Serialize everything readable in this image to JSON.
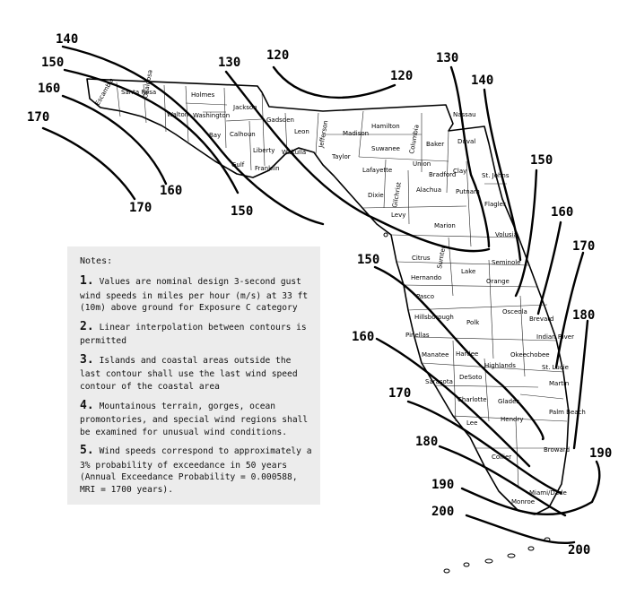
{
  "notes": {
    "title": "Notes:",
    "items": [
      {
        "num": "1.",
        "text": "Values are nominal design 3-second gust wind speeds in miles per hour (m/s) at 33 ft (10m) above ground for Exposure C category"
      },
      {
        "num": "2.",
        "text": "Linear interpolation between contours is permitted"
      },
      {
        "num": "3.",
        "text": "Islands and coastal areas outside the last contour shall use the last wind speed contour of the coastal area"
      },
      {
        "num": "4.",
        "text": "Mountainous terrain, gorges, ocean promontories, and special wind regions shall be examined for unusual wind conditions."
      },
      {
        "num": "5.",
        "text": "Wind speeds correspond to approximately a 3% probability of exceedance in 50 years (Annual Exceedance Probability = 0.000588, MRI = 1700 years)."
      }
    ]
  },
  "contour_labels": [
    "140",
    "150",
    "160",
    "170",
    "160",
    "170",
    "150",
    "130",
    "120",
    "120",
    "130",
    "140",
    "150",
    "160",
    "170",
    "180",
    "150",
    "160",
    "170",
    "180",
    "190",
    "190",
    "200",
    "200"
  ],
  "counties": [
    "Santa Rosa",
    "Okaloosa",
    "Escambia",
    "Holmes",
    "Jackson",
    "Walton",
    "Washington",
    "Bay",
    "Calhoun",
    "Gadsden",
    "Leon",
    "Liberty",
    "Gulf",
    "Franklin",
    "Wakulla",
    "Jefferson",
    "Madison",
    "Hamilton",
    "Suwanee",
    "Columbia",
    "Baker",
    "Nassau",
    "Duval",
    "Taylor",
    "Lafayette",
    "Union",
    "Clay",
    "St. Johns",
    "Bradford",
    "Dixie",
    "Gilchrist",
    "Alachua",
    "Putnam",
    "Flagler",
    "Levy",
    "Marion",
    "Volusia",
    "Citrus",
    "Sumter",
    "Lake",
    "Seminole",
    "Hernando",
    "Orange",
    "Pasco",
    "Brevard",
    "Hillsborough",
    "Osceola",
    "Polk",
    "Indian River",
    "Pinellas",
    "Manatee",
    "Hardee",
    "Okeechobee",
    "DeSoto",
    "Highlands",
    "St. Lucie",
    "Martin",
    "Sarasota",
    "Charlotte",
    "Glades",
    "Palm Beach",
    "Lee",
    "Hendry",
    "Broward",
    "Collier",
    "Miami/Dade",
    "Monroe"
  ]
}
